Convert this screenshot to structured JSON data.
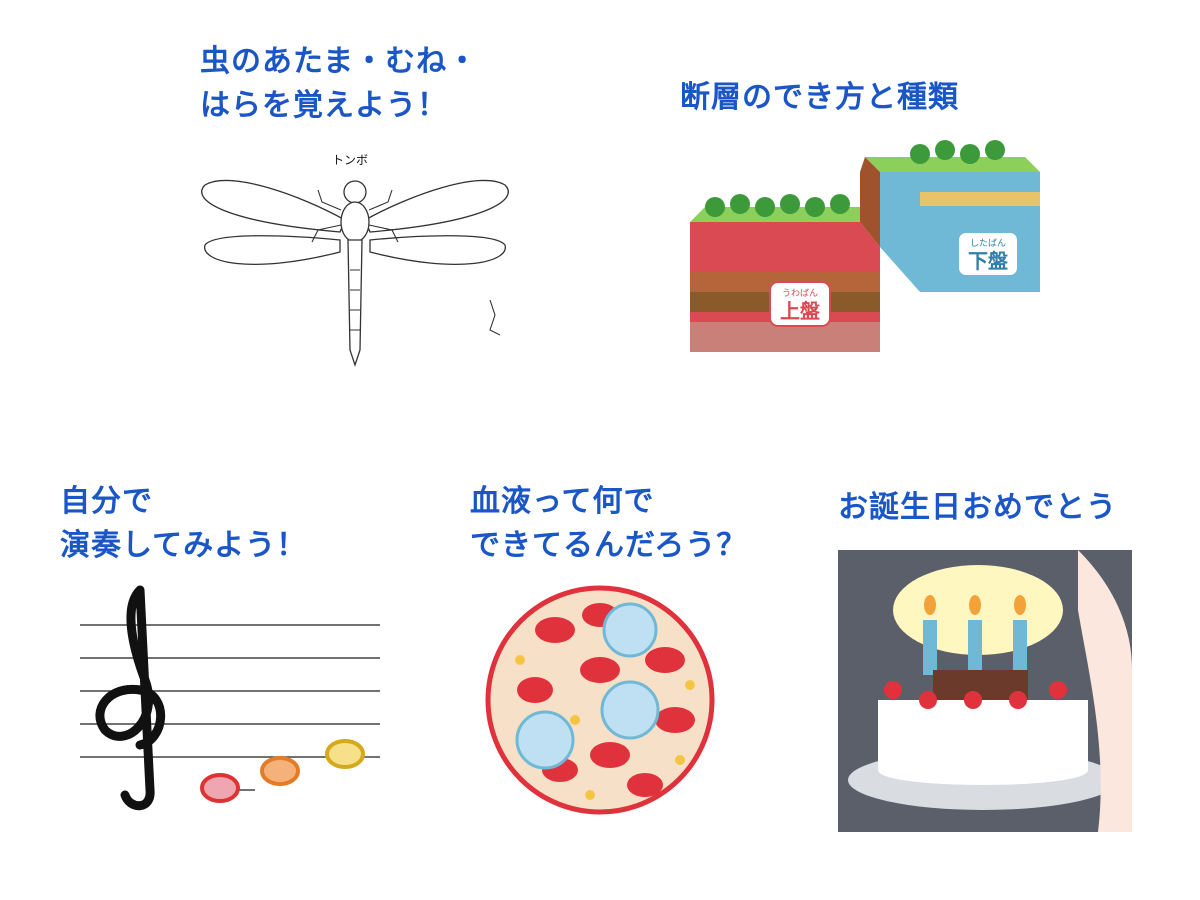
{
  "cards": [
    {
      "id": "insect",
      "title_lines": [
        "虫のあたま・むね・",
        "はらを覚えよう！"
      ],
      "figure_label": "トンボ"
    },
    {
      "id": "fault",
      "title_lines": [
        "断層のでき方と種類"
      ],
      "hanging_wall_reading": "うわばん",
      "hanging_wall": "上盤",
      "footwall_reading": "したばん",
      "footwall": "下盤"
    },
    {
      "id": "music",
      "title_lines": [
        "自分で",
        "演奏してみよう！"
      ]
    },
    {
      "id": "blood",
      "title_lines": [
        "血液って何で",
        "できてるんだろう？"
      ]
    },
    {
      "id": "birthday",
      "title_lines": [
        "お誕生日おめでとう"
      ]
    }
  ],
  "colors": {
    "title": "#1a56c6",
    "rbc": "#e0323c",
    "wbc": "#bfe0f3",
    "fault_red": "#d94a52",
    "fault_blue": "#6fb8d6"
  }
}
